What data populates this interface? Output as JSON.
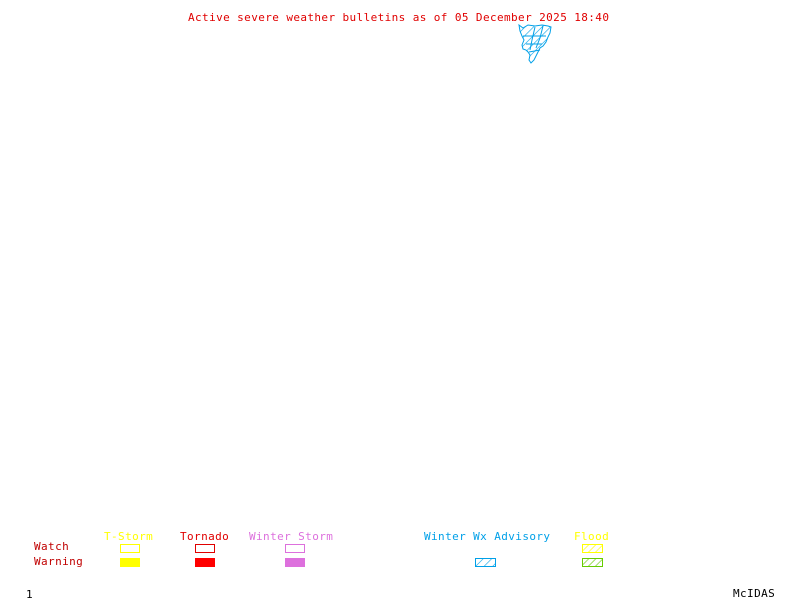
{
  "title": "Active severe weather bulletins as of 05 December 2025 18:40",
  "colors": {
    "title": "#e00000",
    "tstorm": "#ffff00",
    "tornado": "#ff0000",
    "winter_storm": "#dd70dd",
    "winter_wx_advisory": "#00a0e8",
    "flood_watch": "#ffff00",
    "flood_warning": "#66cc00",
    "row_labels": "#c00000",
    "footer": "#000000"
  },
  "legend": {
    "rows": {
      "watch": "Watch",
      "warning": "Warning"
    },
    "categories": [
      {
        "label": "T-Storm",
        "watch": "outline",
        "warning": "filled"
      },
      {
        "label": "Tornado",
        "watch": "outline",
        "warning": "filled"
      },
      {
        "label": "Winter Storm",
        "watch": "outline",
        "warning": "filled"
      },
      {
        "label": "Winter Wx Advisory",
        "watch": "none",
        "warning": "hatched"
      },
      {
        "label": "Flood",
        "watch": "hatched",
        "warning": "hatched"
      }
    ]
  },
  "map": {
    "active_areas": [
      {
        "type": "Winter Wx Advisory",
        "style": "hatched",
        "region": "northern area near top-center"
      }
    ]
  },
  "footer": {
    "frame_number": "1",
    "software": "McIDAS"
  }
}
